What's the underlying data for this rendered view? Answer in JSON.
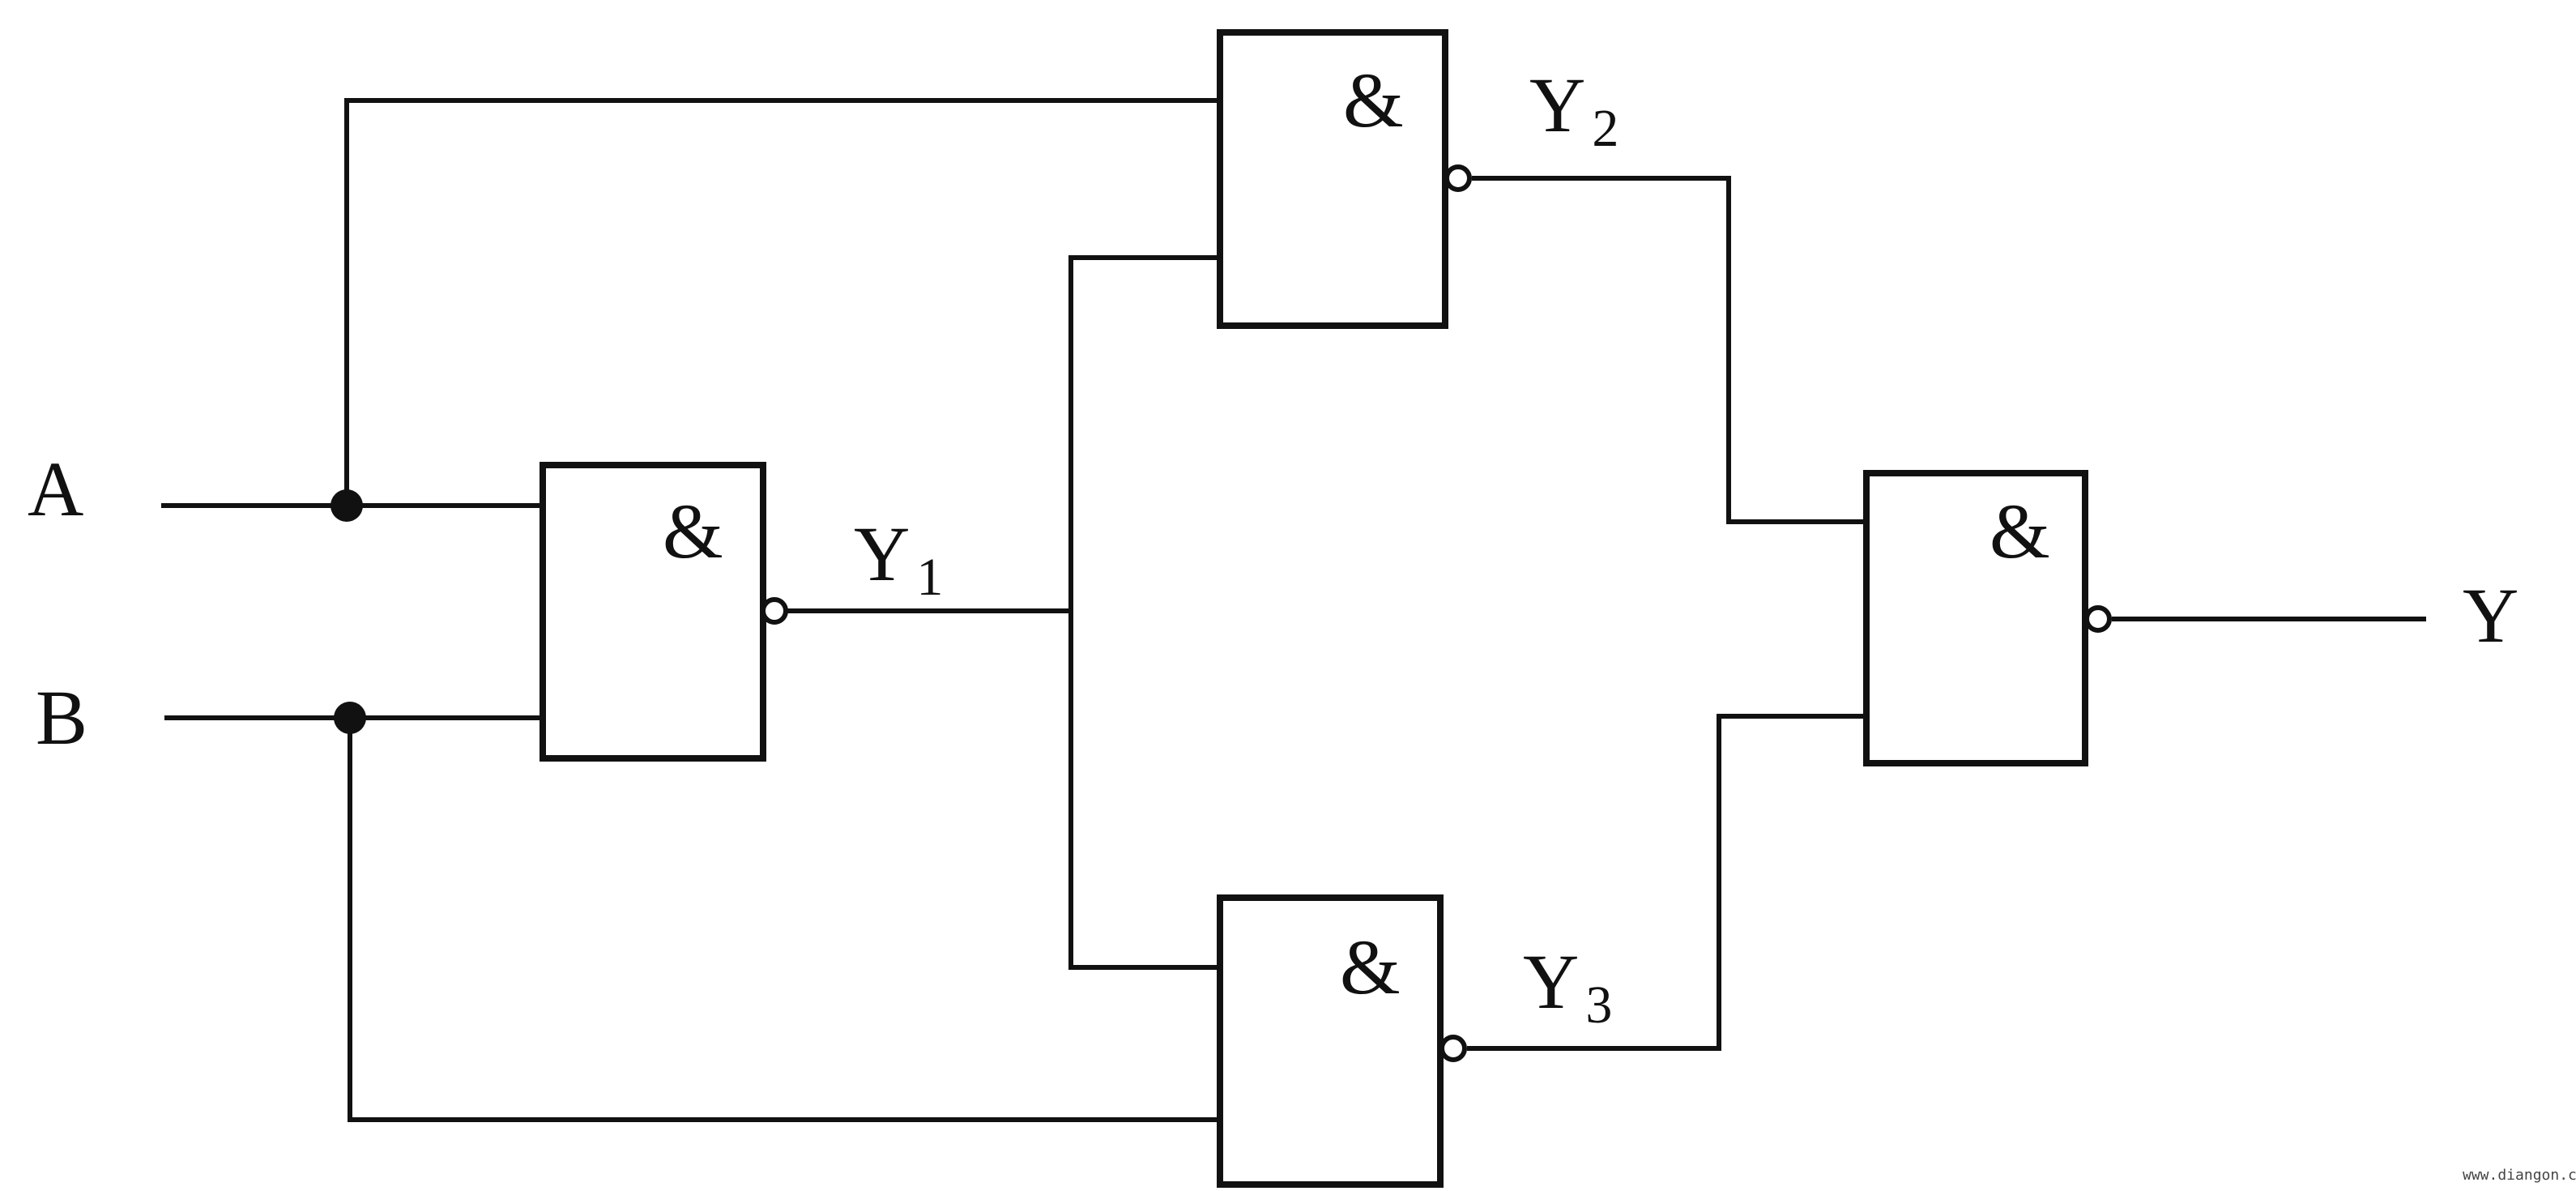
{
  "diagram": {
    "type": "logic-circuit",
    "inputs": {
      "a": "A",
      "b": "B"
    },
    "output": {
      "y": "Y"
    },
    "gates": {
      "g1": {
        "symbol": "&",
        "out_main": "Y",
        "out_sub": "1"
      },
      "g2": {
        "symbol": "&",
        "out_main": "Y",
        "out_sub": "2"
      },
      "g3": {
        "symbol": "&",
        "out_main": "Y",
        "out_sub": "3"
      },
      "g4": {
        "symbol": "&"
      }
    },
    "watermark": "www.diangon.com",
    "colors": {
      "ink": "#111111",
      "background": "#ffffff"
    }
  }
}
